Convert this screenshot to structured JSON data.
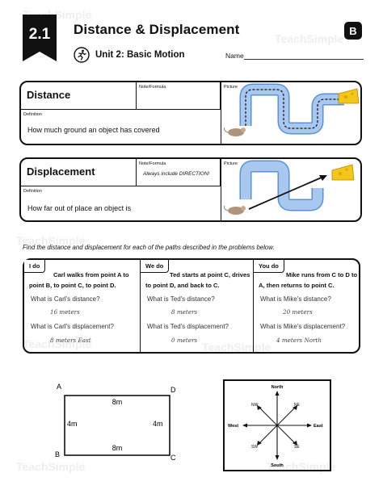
{
  "header": {
    "lesson_number": "2.1",
    "title": "Distance & Displacement",
    "version_badge": "B",
    "unit": "Unit 2: Basic Motion",
    "name_label": "Name"
  },
  "watermark": "TeachSimple",
  "cards": [
    {
      "term": "Distance",
      "note_label": "Note/Formula",
      "note_text": "",
      "picture_label": "Picture",
      "definition_label": "Definition",
      "definition_text": "How much ground an object has covered"
    },
    {
      "term": "Displacement",
      "note_label": "Note/Formula",
      "note_text": "Always include DIRECTION!",
      "picture_label": "Picture",
      "definition_label": "Definition",
      "definition_text": "How far out of place an object is"
    }
  ],
  "instructions": "Find the distance and displacement for each of the paths described in the problems below.",
  "problems": [
    {
      "tab": "I do",
      "text": "Carl walks from point A to point B, to point C, to point D.",
      "q_distance": "What is Carl's distance?",
      "a_distance": "16 meters",
      "q_displacement": "What is Carl's displacement?",
      "a_displacement": "8 meters East"
    },
    {
      "tab": "We do",
      "text": "Ted starts at point C, drives to point D, and back to C.",
      "q_distance": "What is Ted's distance?",
      "a_distance": "8 meters",
      "q_displacement": "What is Ted's displacement?",
      "a_displacement": "0 meters"
    },
    {
      "tab": "You do",
      "text": "Mike runs from C to D to A, then returns to point C.",
      "q_distance": "What is Mike's distance?",
      "a_distance": "20 meters",
      "q_displacement": "What is Mike's displacement?",
      "a_displacement": "4 meters North"
    }
  ],
  "rectangle": {
    "corner_a": "A",
    "corner_b": "B",
    "corner_c": "C",
    "corner_d": "D",
    "top_side": "8m",
    "bottom_side": "8m",
    "left_side": "4m",
    "right_side": "4m"
  },
  "compass": {
    "north": "North",
    "south": "South",
    "east": "East",
    "west": "West",
    "nw": "NW",
    "ne": "NE",
    "sw": "SW",
    "se": "SE"
  }
}
